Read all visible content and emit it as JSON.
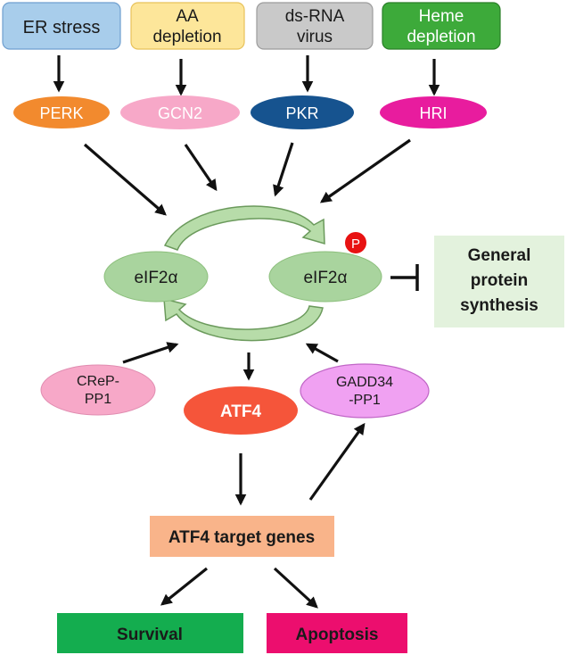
{
  "stresses": {
    "er_stress": {
      "label": "ER stress",
      "fill": "#a8cdeb",
      "stroke": "#6f9fcf"
    },
    "aa_depletion": {
      "line1": "AA",
      "line2": "depletion",
      "fill": "#fde69a",
      "stroke": "#e8c25a"
    },
    "dsrna_virus": {
      "line1": "ds-RNA",
      "line2": "virus",
      "fill": "#c9c9c9",
      "stroke": "#9c9c9c"
    },
    "heme_depletion": {
      "line1": "Heme",
      "line2": "depletion",
      "fill": "#3daa3a",
      "stroke": "#2a7f28"
    }
  },
  "kinases": {
    "perk": {
      "label": "PERK",
      "fill": "#f28a2e"
    },
    "gcn2": {
      "label": "GCN2",
      "fill": "#f7a8c8"
    },
    "pkr": {
      "label": "PKR",
      "fill": "#16538f"
    },
    "hri": {
      "label": "HRI",
      "fill": "#e81c9e"
    }
  },
  "cycle": {
    "eif2a_left": "eIF2α",
    "eif2a_right": "eIF2α",
    "phospho_badge": "P",
    "node_fill": "#a9d49e",
    "arrow_fill": "#b7dca9",
    "badge_fill": "#e81212"
  },
  "general_protein_synthesis": {
    "line1": "General",
    "line2": "protein",
    "line3": "synthesis",
    "fill": "#e3f2dd"
  },
  "phosphatases": {
    "crep_pp1": {
      "line1": "CReP-",
      "line2": "PP1",
      "fill": "#f7a8c8"
    },
    "gadd34_pp1": {
      "line1": "GADD34",
      "line2": "-PP1",
      "fill": "#f0a1f2"
    }
  },
  "atf4": {
    "label": "ATF4",
    "fill": "#f5553a"
  },
  "atf4_target_genes": {
    "label": "ATF4 target genes",
    "fill": "#f9b48a"
  },
  "outcomes": {
    "survival": {
      "label": "Survival",
      "fill": "#14ad4f"
    },
    "apoptosis": {
      "label": "Apoptosis",
      "fill": "#ec0e6e"
    }
  }
}
